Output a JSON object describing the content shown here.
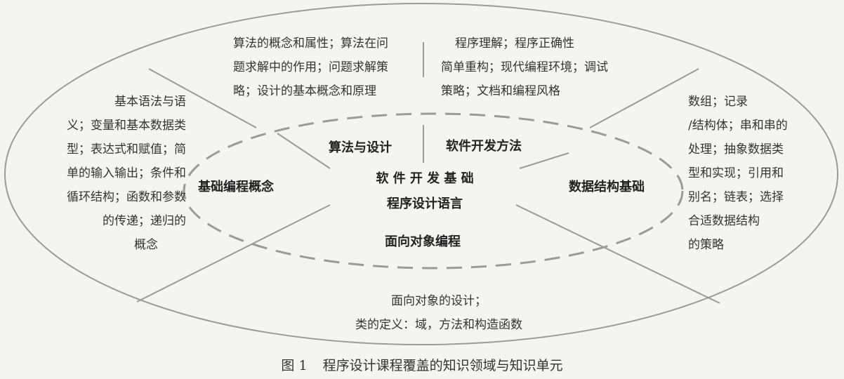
{
  "center": {
    "title": "软 件 开 发 基 础",
    "subtitle": "程序设计语言"
  },
  "areas": {
    "algorithms": "算法与设计",
    "software_methods": "软件开发方法",
    "basic_concepts": "基础编程概念",
    "data_structures": "数据结构基础",
    "oop": "面向对象编程"
  },
  "units": {
    "algorithms": [
      "算法的概念和属性；算法在问",
      "题求解中的作用；问题求解策",
      "略；设计的基本概念和原理"
    ],
    "software_methods": [
      "程序理解；程序正确性",
      "简单重构；现代编程环境；调试",
      "策略；文档和编程风格"
    ],
    "basic_concepts": [
      "基本语法与语",
      "义；变量和基本数据类",
      "型；表达式和赋值；简",
      "单的输入输出；条件和",
      "循环结构；函数和参数",
      "的传递；递归的",
      "概念"
    ],
    "data_structures": [
      "数组；记录",
      "/结构体；串和串的",
      "处理；抽象数据类",
      "型和实现；引用和",
      "别名；链表；选择",
      "合适数据结构",
      "的策略"
    ],
    "oop": [
      "面向对象的设计；",
      "类的定义：域，方法和构造函数"
    ]
  },
  "caption": {
    "number": "图 1",
    "text": "程序设计课程覆盖的知识领域与知识单元"
  }
}
